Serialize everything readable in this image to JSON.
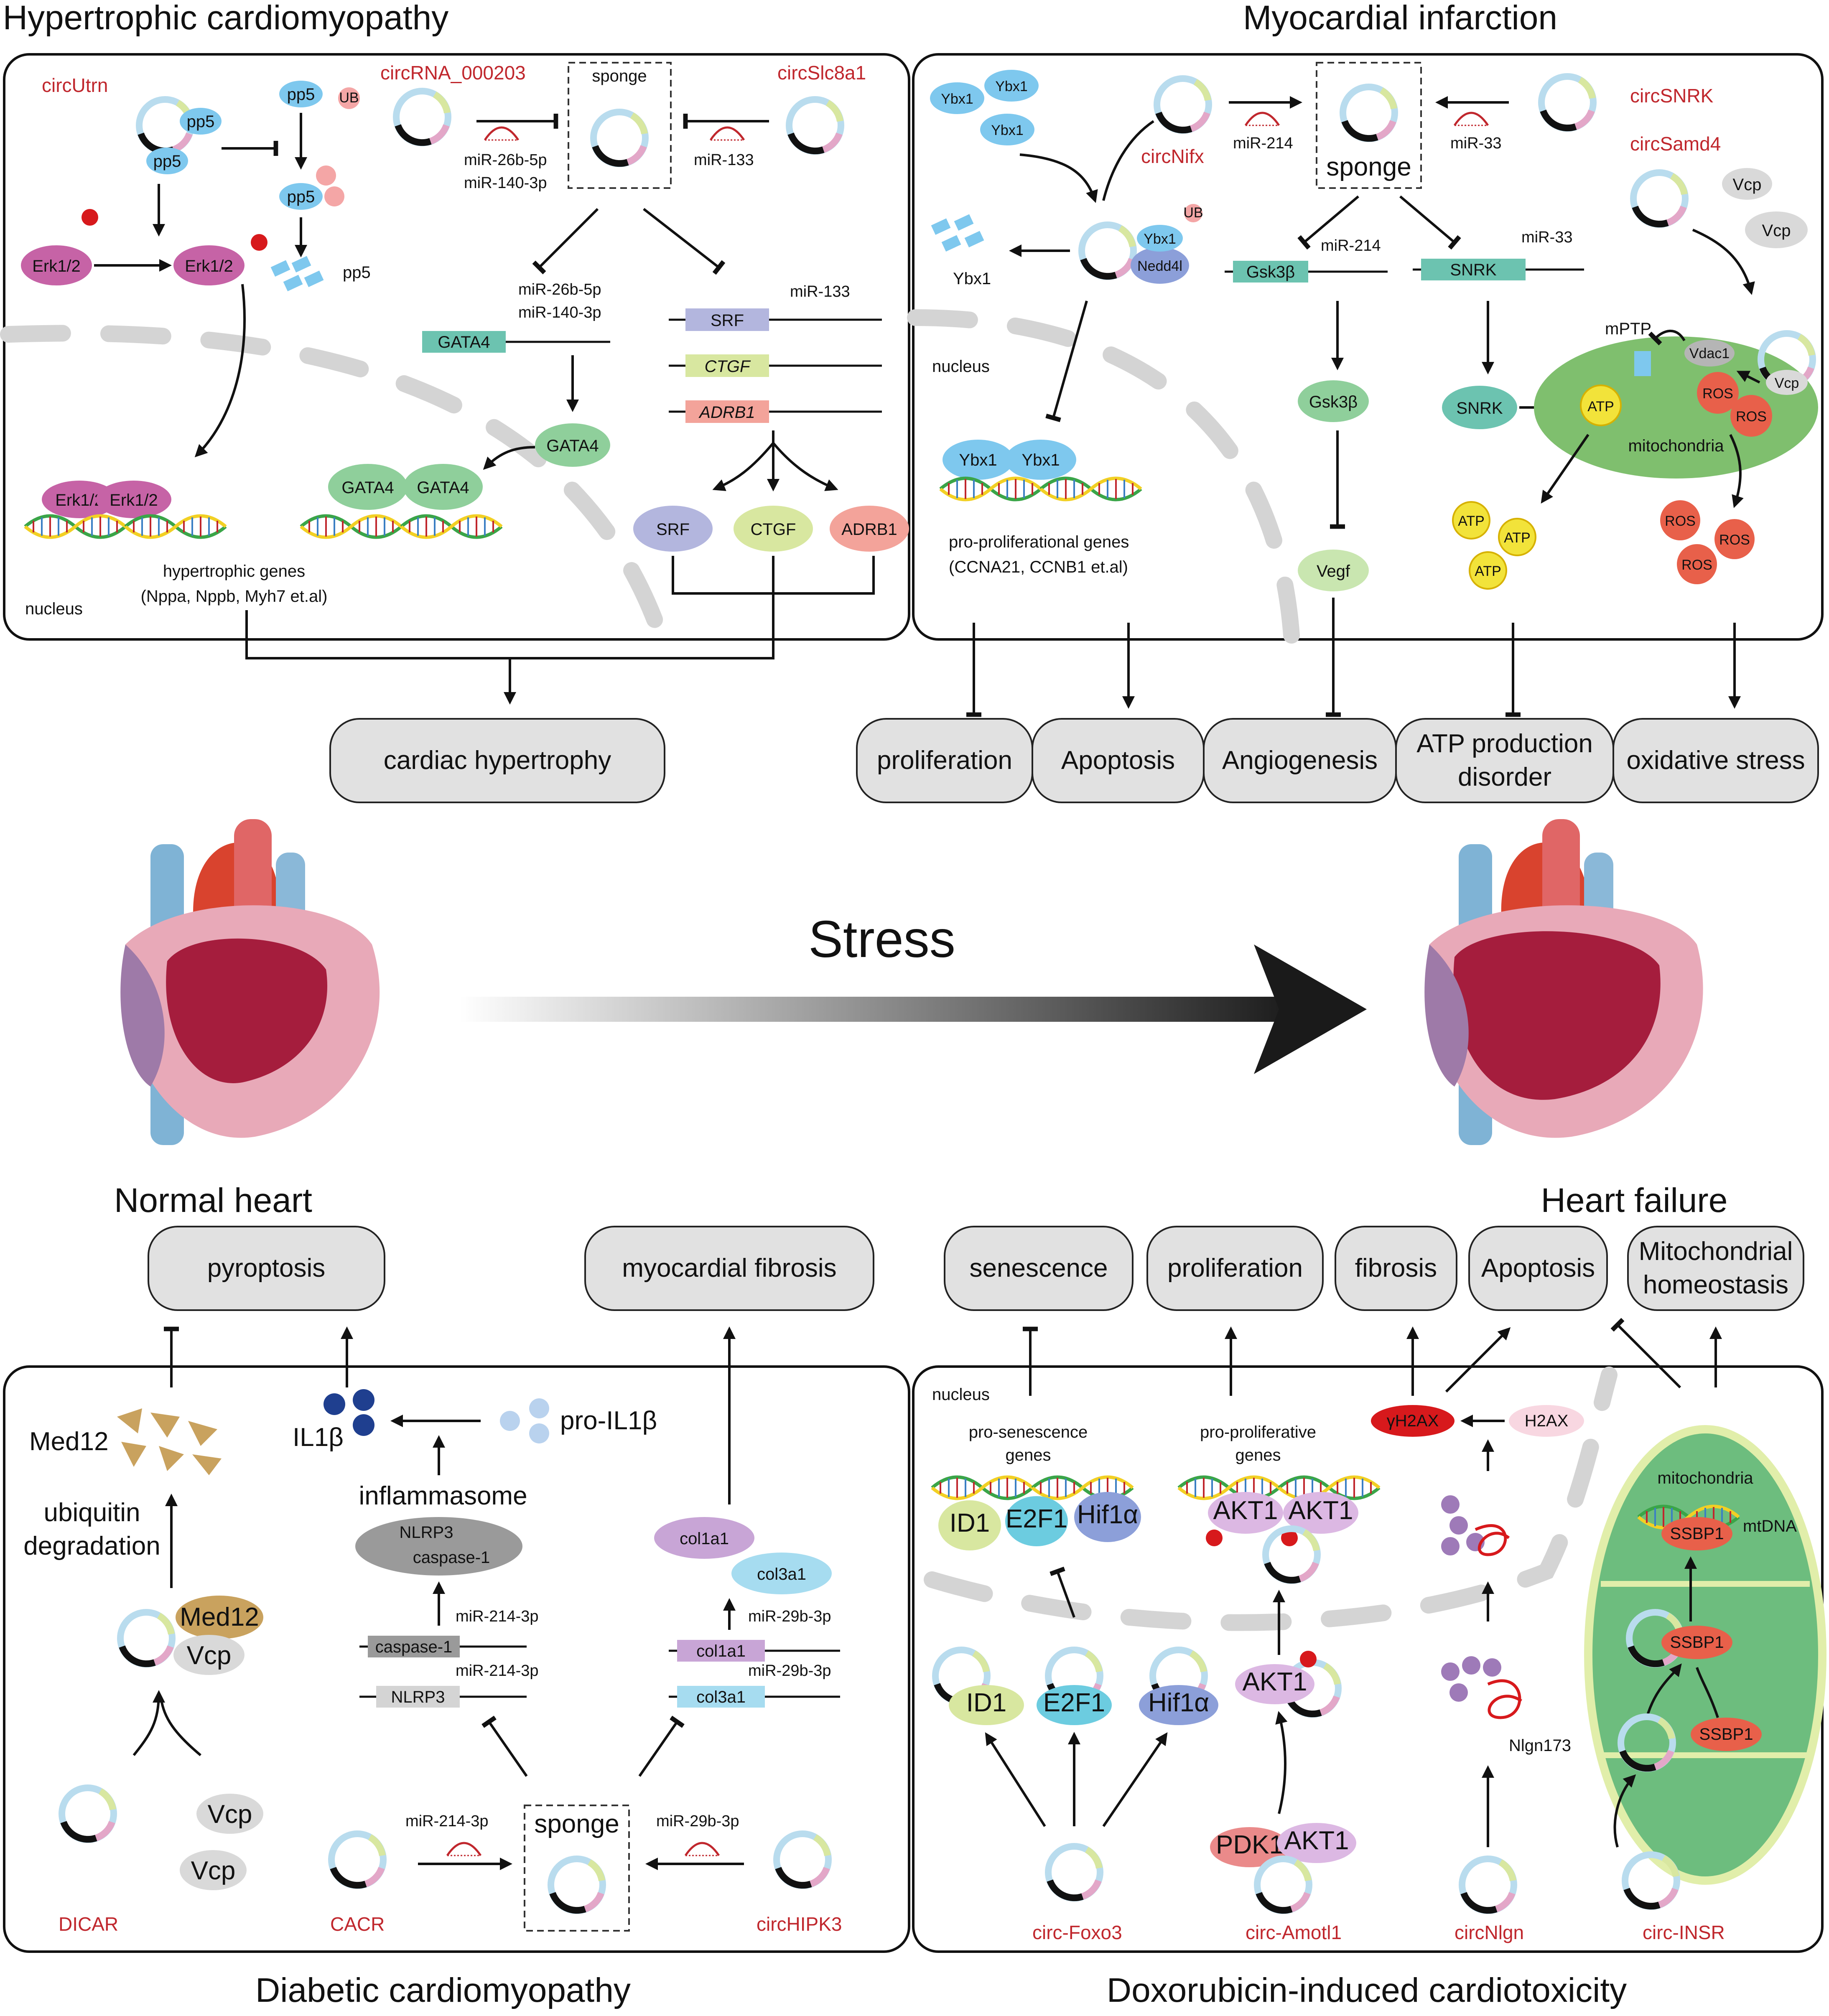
{
  "headings": {
    "hcm": "Hypertrophic cardiomyopathy",
    "mi": "Myocardial infarction",
    "dcm": "Diabetic cardiomyopathy",
    "dox": "Doxorubicin-induced cardiotoxicity",
    "normal_heart": "Normal heart",
    "heart_failure": "Heart failure",
    "stress": "Stress"
  },
  "hcm": {
    "circ_utrn": "circUtrn",
    "circ_000203": "circRNA_000203",
    "circ_slc8a1": "circSlc8a1",
    "pp5": "pp5",
    "ub": "UB",
    "p": "p",
    "erk": "Erk1/2",
    "sponge": "sponge",
    "mir_26b": "miR-26b-5p",
    "mir_140": "miR-140-3p",
    "mir_133": "miR-133",
    "gata4": "GATA4",
    "srf": "SRF",
    "ctgf": "CTGF",
    "adrb1": "ADRB1",
    "nucleus": "nucleus",
    "genes_line1": "hypertrophic genes",
    "genes_line2": "(Nppa, Nppb, Myh7 et.al)",
    "outcome": "cardiac hypertrophy"
  },
  "mi": {
    "circ_nifx": "circNifx",
    "circ_snrk": "circSNRK",
    "circ_samd4": "circSamd4",
    "ybx1": "Ybx1",
    "nedd4l": "Nedd4l",
    "ub": "UB",
    "mir_214": "miR-214",
    "mir_33": "miR-33",
    "sponge": "sponge",
    "gsk3b": "Gsk3β",
    "snrk": "SNRK",
    "vegf": "Vegf",
    "vcp": "Vcp",
    "vdac1": "Vdac1",
    "mptp": "mPTP",
    "atp": "ATP",
    "ros": "ROS",
    "mitochondria": "mitochondria",
    "nucleus": "nucleus",
    "genes_line1": "pro-proliferational genes",
    "genes_line2": "(CCNA21, CCNB1 et.al)",
    "outcomes": [
      "proliferation",
      "Apoptosis",
      "Angiogenesis",
      "ATP production",
      "disorder",
      "oxidative stress"
    ]
  },
  "dcm": {
    "dicar": "DICAR",
    "cacr": "CACR",
    "circ_hipk3": "circHIPK3",
    "med12": "Med12",
    "vcp": "Vcp",
    "ubiq_line1": "ubiquitin",
    "ubiq_line2": "degradation",
    "il1b": "IL1β",
    "pro_il1b": "pro-IL1β",
    "inflammasome": "inflammasome",
    "nlrp3": "NLRP3",
    "caspase1": "caspase-1",
    "mir_214_3p": "miR-214-3p",
    "mir_29b_3p": "miR-29b-3p",
    "col1a1": "col1a1",
    "col3a1": "col3a1",
    "sponge": "sponge",
    "outcome_pyro": "pyroptosis",
    "outcome_fib": "myocardial fibrosis"
  },
  "dox": {
    "circ_foxo3": "circ-Foxo3",
    "circ_amotl1": "circ-Amotl1",
    "circ_nlgn": "circNlgn",
    "circ_insr": "circ-INSR",
    "nucleus": "nucleus",
    "sen_line1": "pro-senescence",
    "sen_line2": "genes",
    "prol_line1": "pro-proliferative",
    "prol_line2": "genes",
    "id1": "ID1",
    "e2f1": "E2F1",
    "hif1a": "Hif1α",
    "akt1": "AKT1",
    "pdk1": "PDK1",
    "p": "p",
    "gh2ax": "γH2AX",
    "h2ax": "H2AX",
    "nlgn173": "Nlgn173",
    "mitochondria": "mitochondria",
    "ssbp1": "SSBP1",
    "mtdna": "mtDNA",
    "outcomes": [
      "senescence",
      "proliferation",
      "fibrosis",
      "Apoptosis",
      "Mitochondrial",
      "homeostasis"
    ]
  },
  "colors": {
    "circ_red": "#c0272d",
    "blue_protein": "#7ec8ee",
    "pink_protein": "#c663a6",
    "teal_protein": "#6cc3b0",
    "green_protein": "#8fcf9b",
    "mito_green": "#7fbf6e",
    "outcome_gray": "#e1e1e1",
    "nucleus_gray": "#d4d4d4"
  }
}
